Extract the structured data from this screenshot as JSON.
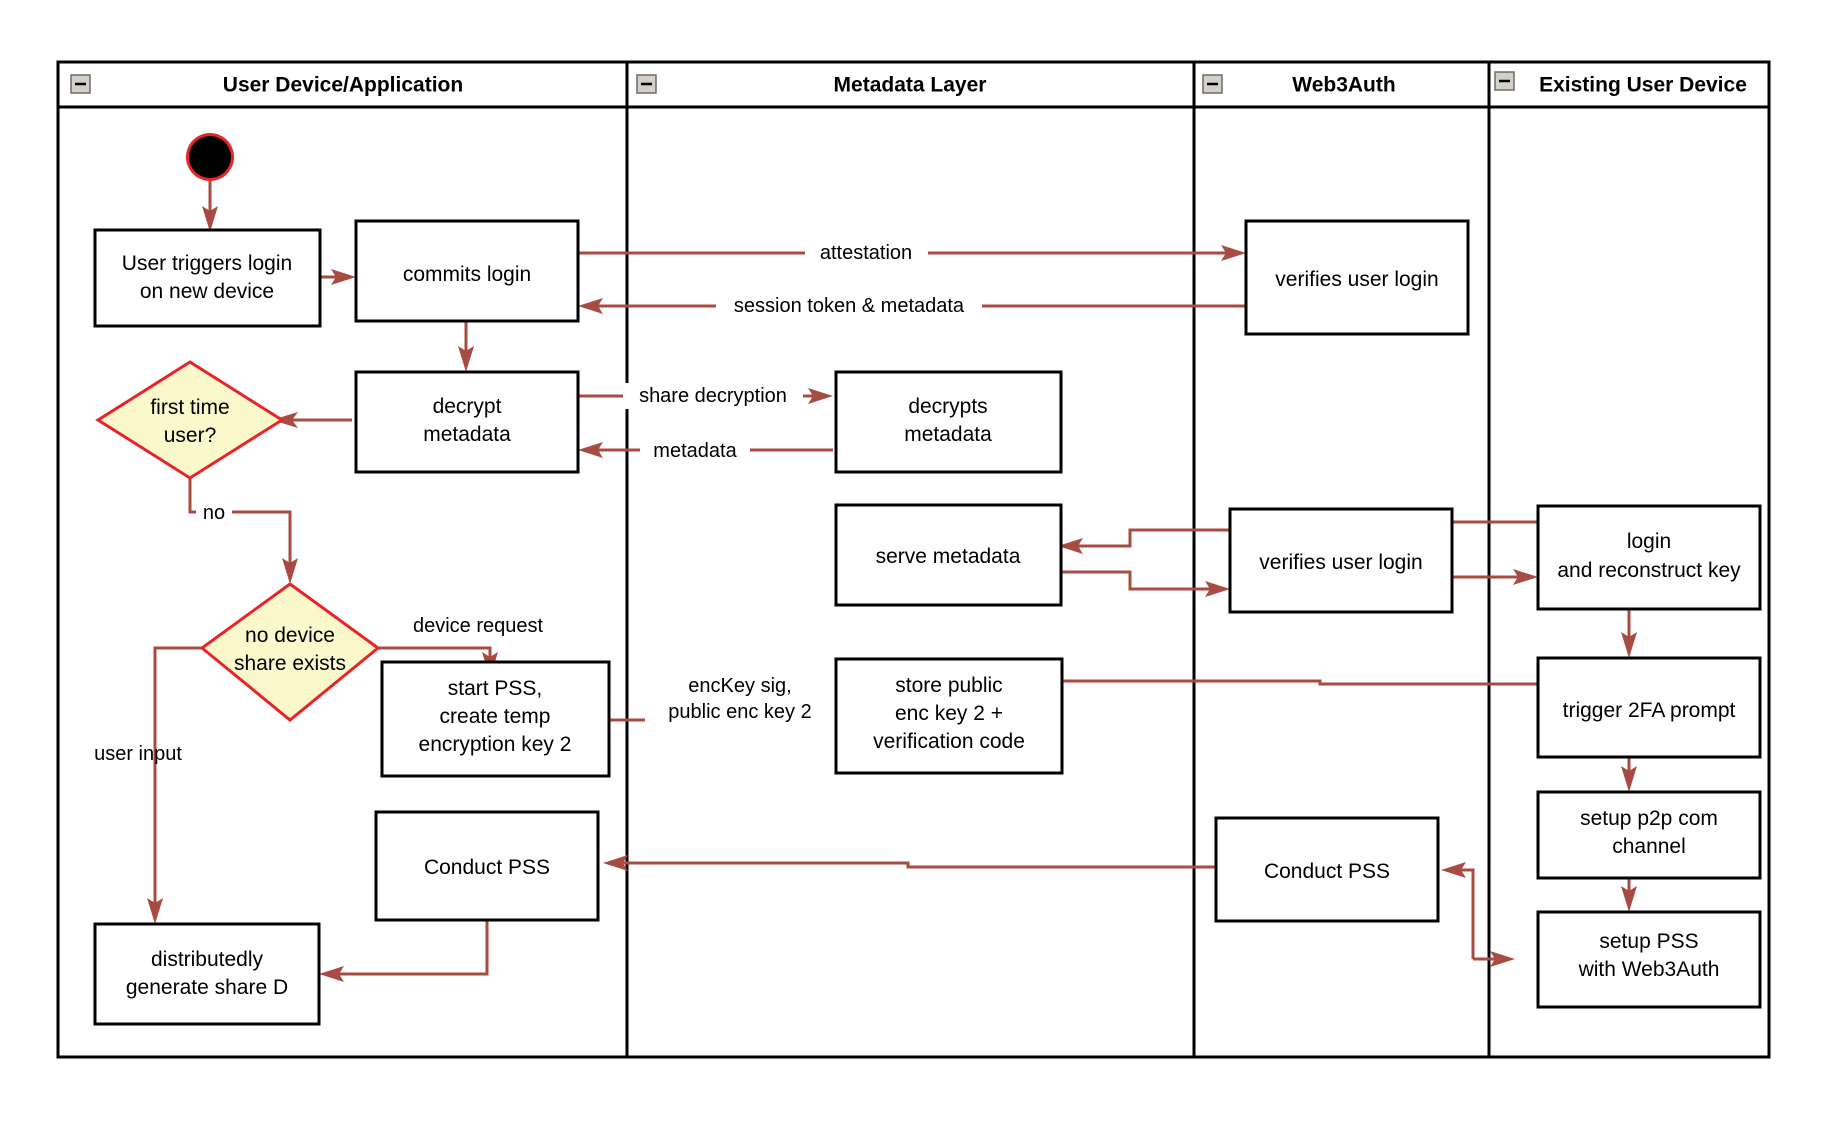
{
  "diagram": {
    "type": "swimlane-activity-diagram",
    "title": "Web3Auth new device login / PSS flow",
    "colors": {
      "edge": "#a74b43",
      "decision_border": "#e8242a",
      "decision_fill": "#fbf8cc",
      "node_border": "#000000",
      "node_fill": "#ffffff",
      "lane_border": "#000000",
      "start_node": "#000000",
      "start_node_ring": "#e8242a",
      "collapse_button": "#d4d0c8"
    },
    "lanes": [
      {
        "id": "lane-user-device",
        "label": "User Device/Application",
        "collapse_icon": "minus-icon"
      },
      {
        "id": "lane-metadata",
        "label": "Metadata Layer",
        "collapse_icon": "minus-icon"
      },
      {
        "id": "lane-web3auth",
        "label": "Web3Auth",
        "collapse_icon": "minus-icon"
      },
      {
        "id": "lane-existing-device",
        "label": "Existing User Device",
        "collapse_icon": "minus-icon"
      }
    ],
    "nodes": [
      {
        "id": "start",
        "shape": "start-circle",
        "lane": "lane-user-device",
        "label": ""
      },
      {
        "id": "user-triggers-login",
        "shape": "rect",
        "lane": "lane-user-device",
        "lines": [
          "User triggers login",
          "on new device"
        ]
      },
      {
        "id": "commits-login",
        "shape": "rect",
        "lane": "lane-user-device",
        "lines": [
          "commits login"
        ]
      },
      {
        "id": "verifies-user-login-1",
        "shape": "rect",
        "lane": "lane-web3auth",
        "lines": [
          "verifies user login"
        ]
      },
      {
        "id": "decrypt-metadata",
        "shape": "rect",
        "lane": "lane-user-device",
        "lines": [
          "decrypt",
          "metadata"
        ]
      },
      {
        "id": "decrypts-metadata",
        "shape": "rect",
        "lane": "lane-metadata",
        "lines": [
          "decrypts",
          "metadata"
        ]
      },
      {
        "id": "first-time-user",
        "shape": "diamond",
        "lane": "lane-user-device",
        "lines": [
          "first time",
          "user?"
        ]
      },
      {
        "id": "serve-metadata",
        "shape": "rect",
        "lane": "lane-metadata",
        "lines": [
          "serve metadata"
        ]
      },
      {
        "id": "verifies-user-login-2",
        "shape": "rect",
        "lane": "lane-web3auth",
        "lines": [
          "verifies user login"
        ]
      },
      {
        "id": "login-and-reconstruct-key",
        "shape": "rect",
        "lane": "lane-existing-device",
        "lines": [
          "login",
          "and reconstruct key"
        ]
      },
      {
        "id": "no-device-share-exists",
        "shape": "diamond",
        "lane": "lane-user-device",
        "lines": [
          "no device",
          "share exists"
        ]
      },
      {
        "id": "start-pss",
        "shape": "rect",
        "lane": "lane-user-device",
        "lines": [
          "start PSS,",
          "create temp",
          "encryption key 2"
        ]
      },
      {
        "id": "store-public-enc-key",
        "shape": "rect",
        "lane": "lane-metadata",
        "lines": [
          "store public",
          "enc key 2 +",
          "verification code"
        ]
      },
      {
        "id": "trigger-2fa-prompt",
        "shape": "rect",
        "lane": "lane-existing-device",
        "lines": [
          "trigger 2FA prompt"
        ]
      },
      {
        "id": "setup-p2p-com-channel",
        "shape": "rect",
        "lane": "lane-existing-device",
        "lines": [
          "setup p2p com",
          "channel"
        ]
      },
      {
        "id": "conduct-pss-user",
        "shape": "rect",
        "lane": "lane-user-device",
        "lines": [
          "Conduct PSS"
        ]
      },
      {
        "id": "conduct-pss-web3auth",
        "shape": "rect",
        "lane": "lane-web3auth",
        "lines": [
          "Conduct PSS"
        ]
      },
      {
        "id": "setup-pss-with-web3auth",
        "shape": "rect",
        "lane": "lane-existing-device",
        "lines": [
          "setup PSS",
          "with Web3Auth"
        ]
      },
      {
        "id": "distributedly-generate-share-d",
        "shape": "rect",
        "lane": "lane-user-device",
        "lines": [
          "distributedly",
          "generate share D"
        ]
      }
    ],
    "edge_labels": [
      {
        "id": "attestation",
        "text": "attestation"
      },
      {
        "id": "session-token-metadata",
        "text": "session token & metadata"
      },
      {
        "id": "share-decryption",
        "text": "share decryption"
      },
      {
        "id": "metadata",
        "text": "metadata"
      },
      {
        "id": "no",
        "text": "no"
      },
      {
        "id": "device-request",
        "text": "device request"
      },
      {
        "id": "user-input",
        "text": "user input"
      },
      {
        "id": "enckey-sig-line1",
        "text": "encKey sig,"
      },
      {
        "id": "enckey-sig-line2",
        "text": "public enc key 2"
      }
    ]
  }
}
